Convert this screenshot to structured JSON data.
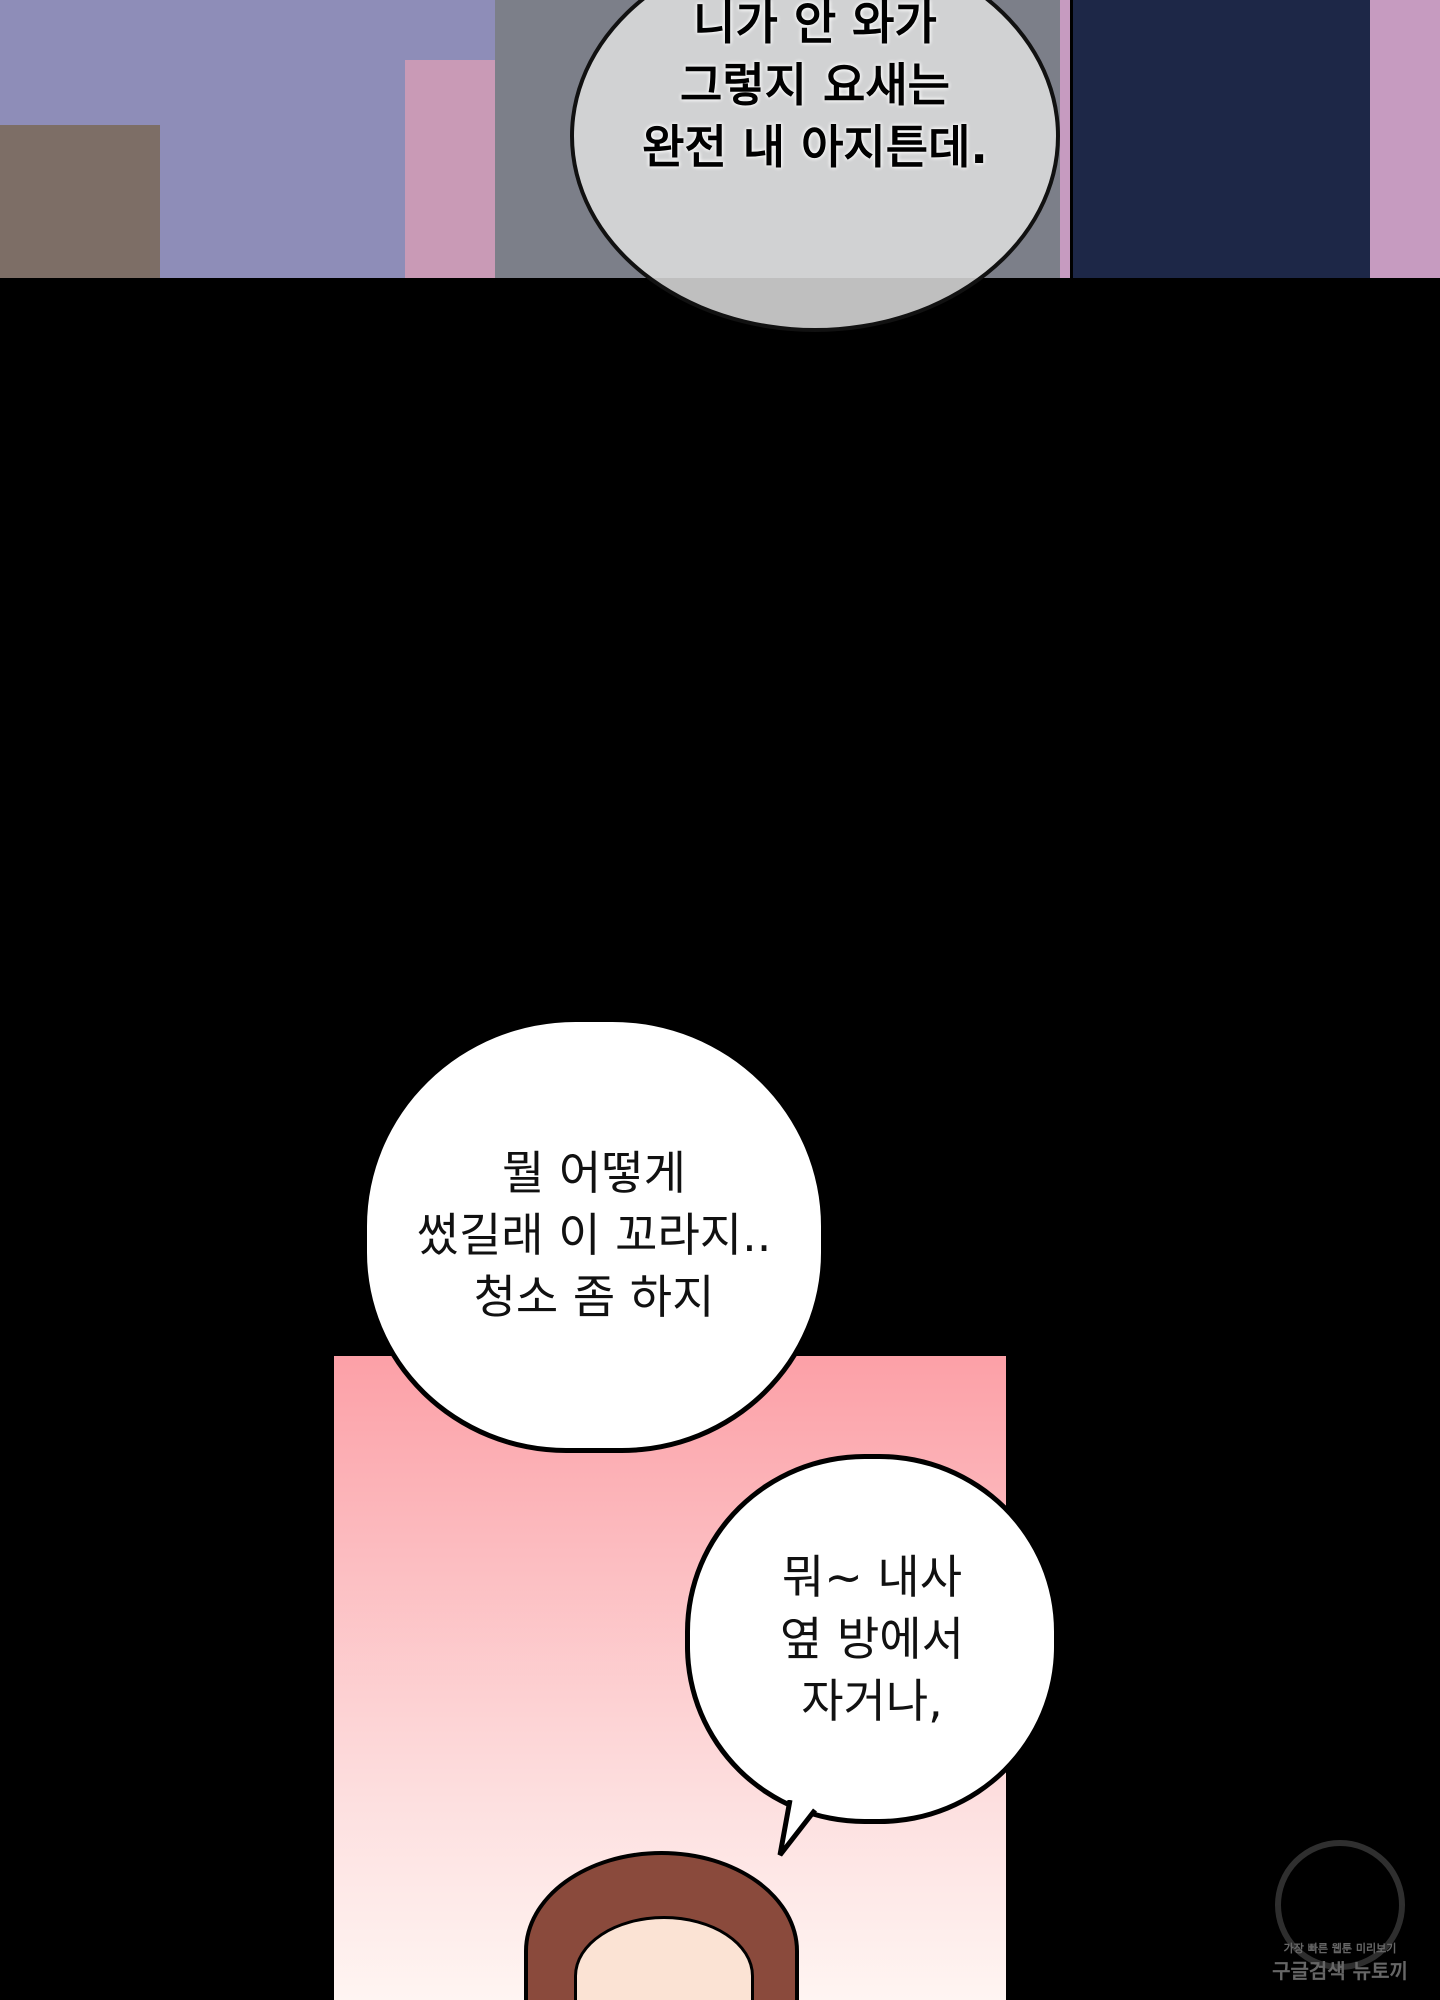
{
  "bubbles": [
    {
      "lines": [
        "니가 안 와가",
        "그렇지 요새는",
        "완전 내 아지튼데."
      ]
    },
    {
      "lines": [
        "뭘 어떻게",
        "썼길래 이 꼬라지..",
        "청소 좀 하지"
      ]
    },
    {
      "lines": [
        "뭐~ 내사",
        "옆 방에서",
        "자거나,"
      ]
    }
  ],
  "watermark": {
    "line1": "가장 빠른 웹툰 미리보기",
    "line2": "구글검색 뉴토끼"
  }
}
